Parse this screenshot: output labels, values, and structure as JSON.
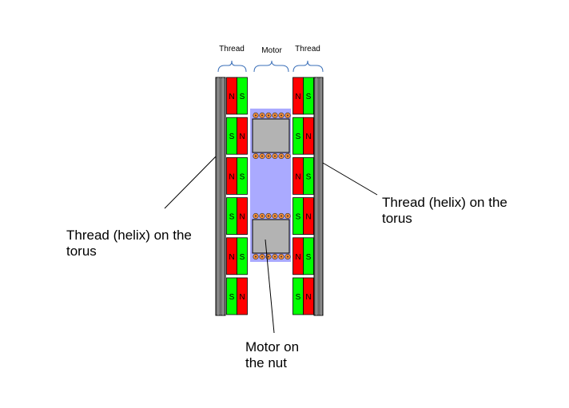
{
  "labels": {
    "thread_left": "Thread",
    "motor": "Motor",
    "thread_right": "Thread",
    "callout_left_line1": "Thread (helix) on the",
    "callout_left_line2": "torus",
    "callout_right_line1": "Thread (helix) on the",
    "callout_right_line2": "torus",
    "callout_motor_line1": "Motor on",
    "callout_motor_line2": "the nut"
  },
  "magnets": {
    "left": [
      [
        "N",
        "S"
      ],
      [
        "S",
        "N"
      ],
      [
        "N",
        "S"
      ],
      [
        "S",
        "N"
      ],
      [
        "N",
        "S"
      ],
      [
        "S",
        "N"
      ]
    ],
    "right": [
      [
        "N",
        "S"
      ],
      [
        "S",
        "N"
      ],
      [
        "N",
        "S"
      ],
      [
        "S",
        "N"
      ],
      [
        "N",
        "S"
      ],
      [
        "S",
        "N"
      ]
    ]
  },
  "colors": {
    "north": "#ff0000",
    "south": "#00ff00",
    "nut_body": "#aaaaff",
    "coil_core": "#b3b3b3",
    "coil_dot": "#f08c3c",
    "rail": "#7a7a7a",
    "brace": "#3a6fb8"
  }
}
